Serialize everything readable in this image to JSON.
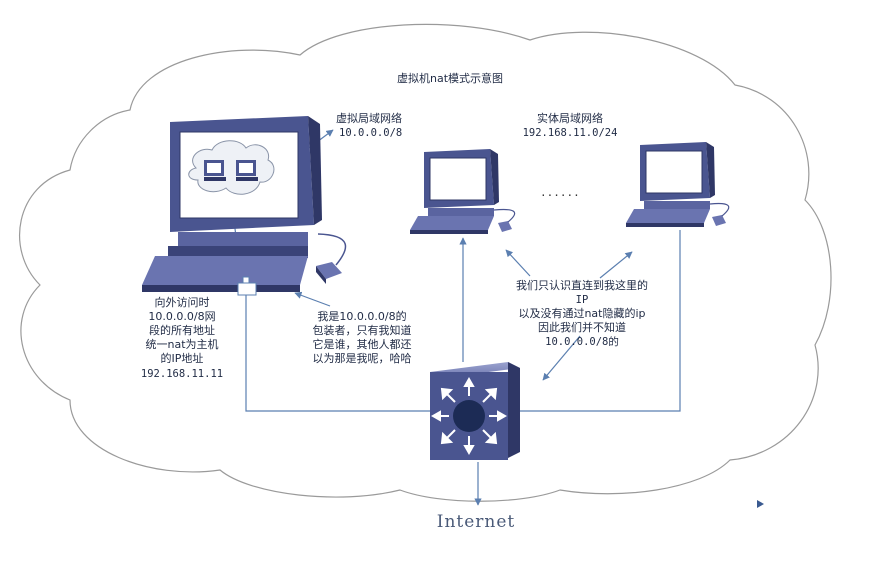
{
  "title": "虚拟机nat模式示意图",
  "virtual_lan": {
    "name": "虚拟局域网络",
    "subnet": "10.0.0.0/8"
  },
  "physical_lan": {
    "name": "实体局域网络",
    "subnet": "192.168.11.0/24"
  },
  "ellipsis": "......",
  "host_note": [
    "向外访问时",
    "10.0.0.0/8网",
    "段的所有地址",
    "统一nat为主机",
    "的IP地址",
    "192.168.11.11"
  ],
  "wrapper_note": [
    "我是10.0.0.0/8的",
    "包装者，只有我知道",
    "它是谁，其他人都还",
    "以为那是我呢，哈哈"
  ],
  "peer_note": [
    "我们只认识直连到我这里的",
    "IP",
    "以及没有通过nat隐藏的ip",
    "因此我们并不知道",
    "10.0.0.0/8的"
  ],
  "internet_label": "Internet",
  "colors": {
    "accent": "#4a5590",
    "accent_light": "#7f88bd",
    "accent_dark": "#2f3766",
    "line": "#5b7fb0",
    "hub_fill": "#1c2b55",
    "cloud_stroke": "#9a9a9a"
  }
}
